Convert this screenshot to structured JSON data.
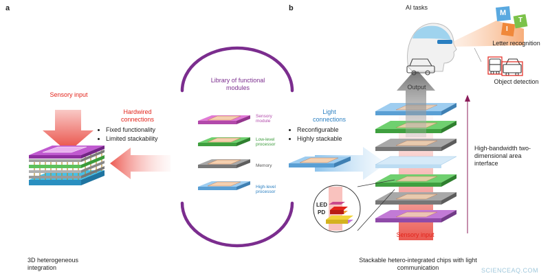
{
  "panel_a": {
    "letter": "a",
    "sensory_input": "Sensory input",
    "connections_title": "Hardwired connections",
    "bullets": [
      "Fixed functionality",
      "Limited stackability"
    ],
    "caption": "3D heterogeneous integration"
  },
  "library": {
    "title": "Library of functional modules",
    "modules": [
      "Sensory module",
      "Low-level processor",
      "Memory",
      "High-level processor"
    ]
  },
  "panel_b": {
    "letter": "b",
    "ai_tasks": "AI tasks",
    "letter_recognition": "Letter recognition",
    "object_detection": "Object detection",
    "letter_tiles": [
      "M",
      "I",
      "T"
    ],
    "output": "Output",
    "connections_title": "Light connections",
    "bullets": [
      "Reconfigurable",
      "Highly stackable"
    ],
    "interface": "High-bandwidth two-dimensional area interface",
    "led": "LED",
    "pd": "PD",
    "sensory_input": "Sensory input",
    "caption": "Stackable hetero-integrated chips with light communication"
  },
  "watermark": "SCIENCEAQ.COM",
  "colors": {
    "red": "#e2231a",
    "purple": "#7b2d8e",
    "blue": "#2a7fc1",
    "green": "#3aa53a",
    "gray": "#8a8a8a"
  }
}
